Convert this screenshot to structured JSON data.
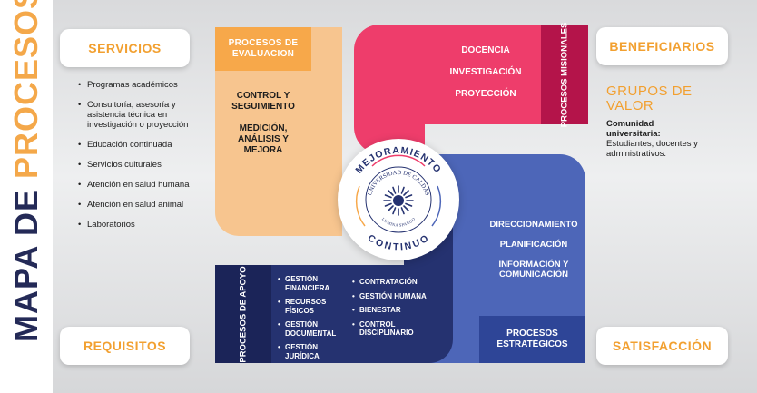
{
  "title": {
    "part1": "MAPA DE ",
    "part2": "PROCESOS"
  },
  "pills": {
    "servicios": "SERVICIOS",
    "beneficiarios": "BENEFICIARIOS",
    "requisitos": "REQUISITOS",
    "satisfaccion": "SATISFACCIÓN"
  },
  "servicios_list": [
    "Programas académicos",
    "Consultoría, asesoría y asistencia técnica en investigación o proyección",
    "Educación continuada",
    "Servicios culturales",
    "Atención en salud humana",
    "Atención en salud animal",
    "Laboratorios"
  ],
  "grupos": {
    "title": "GRUPOS DE VALOR",
    "desc_bold": "Comunidad universitaria:",
    "desc": "Estudiantes, docentes y administrativos."
  },
  "evaluacion": {
    "head": "PROCESOS DE EVALUACION",
    "items": [
      "CONTROL Y SEGUIMIENTO",
      "MEDICIÓN, ANÁLISIS Y MEJORA"
    ]
  },
  "misionales": {
    "side": "PROCESOS MISIONALES",
    "items": [
      "DOCENCIA",
      "INVESTIGACIÓN",
      "PROYECCIÓN"
    ]
  },
  "estrategicos": {
    "head": "PROCESOS ESTRATÉGICOS",
    "items": [
      "DIRECCIONAMIENTO",
      "PLANIFICACIÓN",
      "INFORMACIÓN Y COMUNICACIÓN"
    ]
  },
  "apoyo": {
    "side": "PROCESOS DE APOYO",
    "col1": [
      "GESTIÓN FINANCIERA",
      "RECURSOS FÍSICOS",
      "GESTIÓN DOCUMENTAL",
      "GESTIÓN JURÍDICA"
    ],
    "col2": [
      "CONTRATACIÓN",
      "GESTIÓN HUMANA",
      "BIENESTAR",
      "CONTROL DISCIPLINARIO"
    ]
  },
  "center": {
    "top_arc": "MEJORAMIENTO",
    "bottom_arc": "CONTINUO",
    "logo_top": "UNIVERSIDAD DE CALDAS",
    "logo_bottom": "LUMINA SPARGO"
  },
  "colors": {
    "navy": "#253270",
    "orange": "#f7a84a",
    "pink": "#ee3d6b",
    "blue": "#4d66b8"
  }
}
